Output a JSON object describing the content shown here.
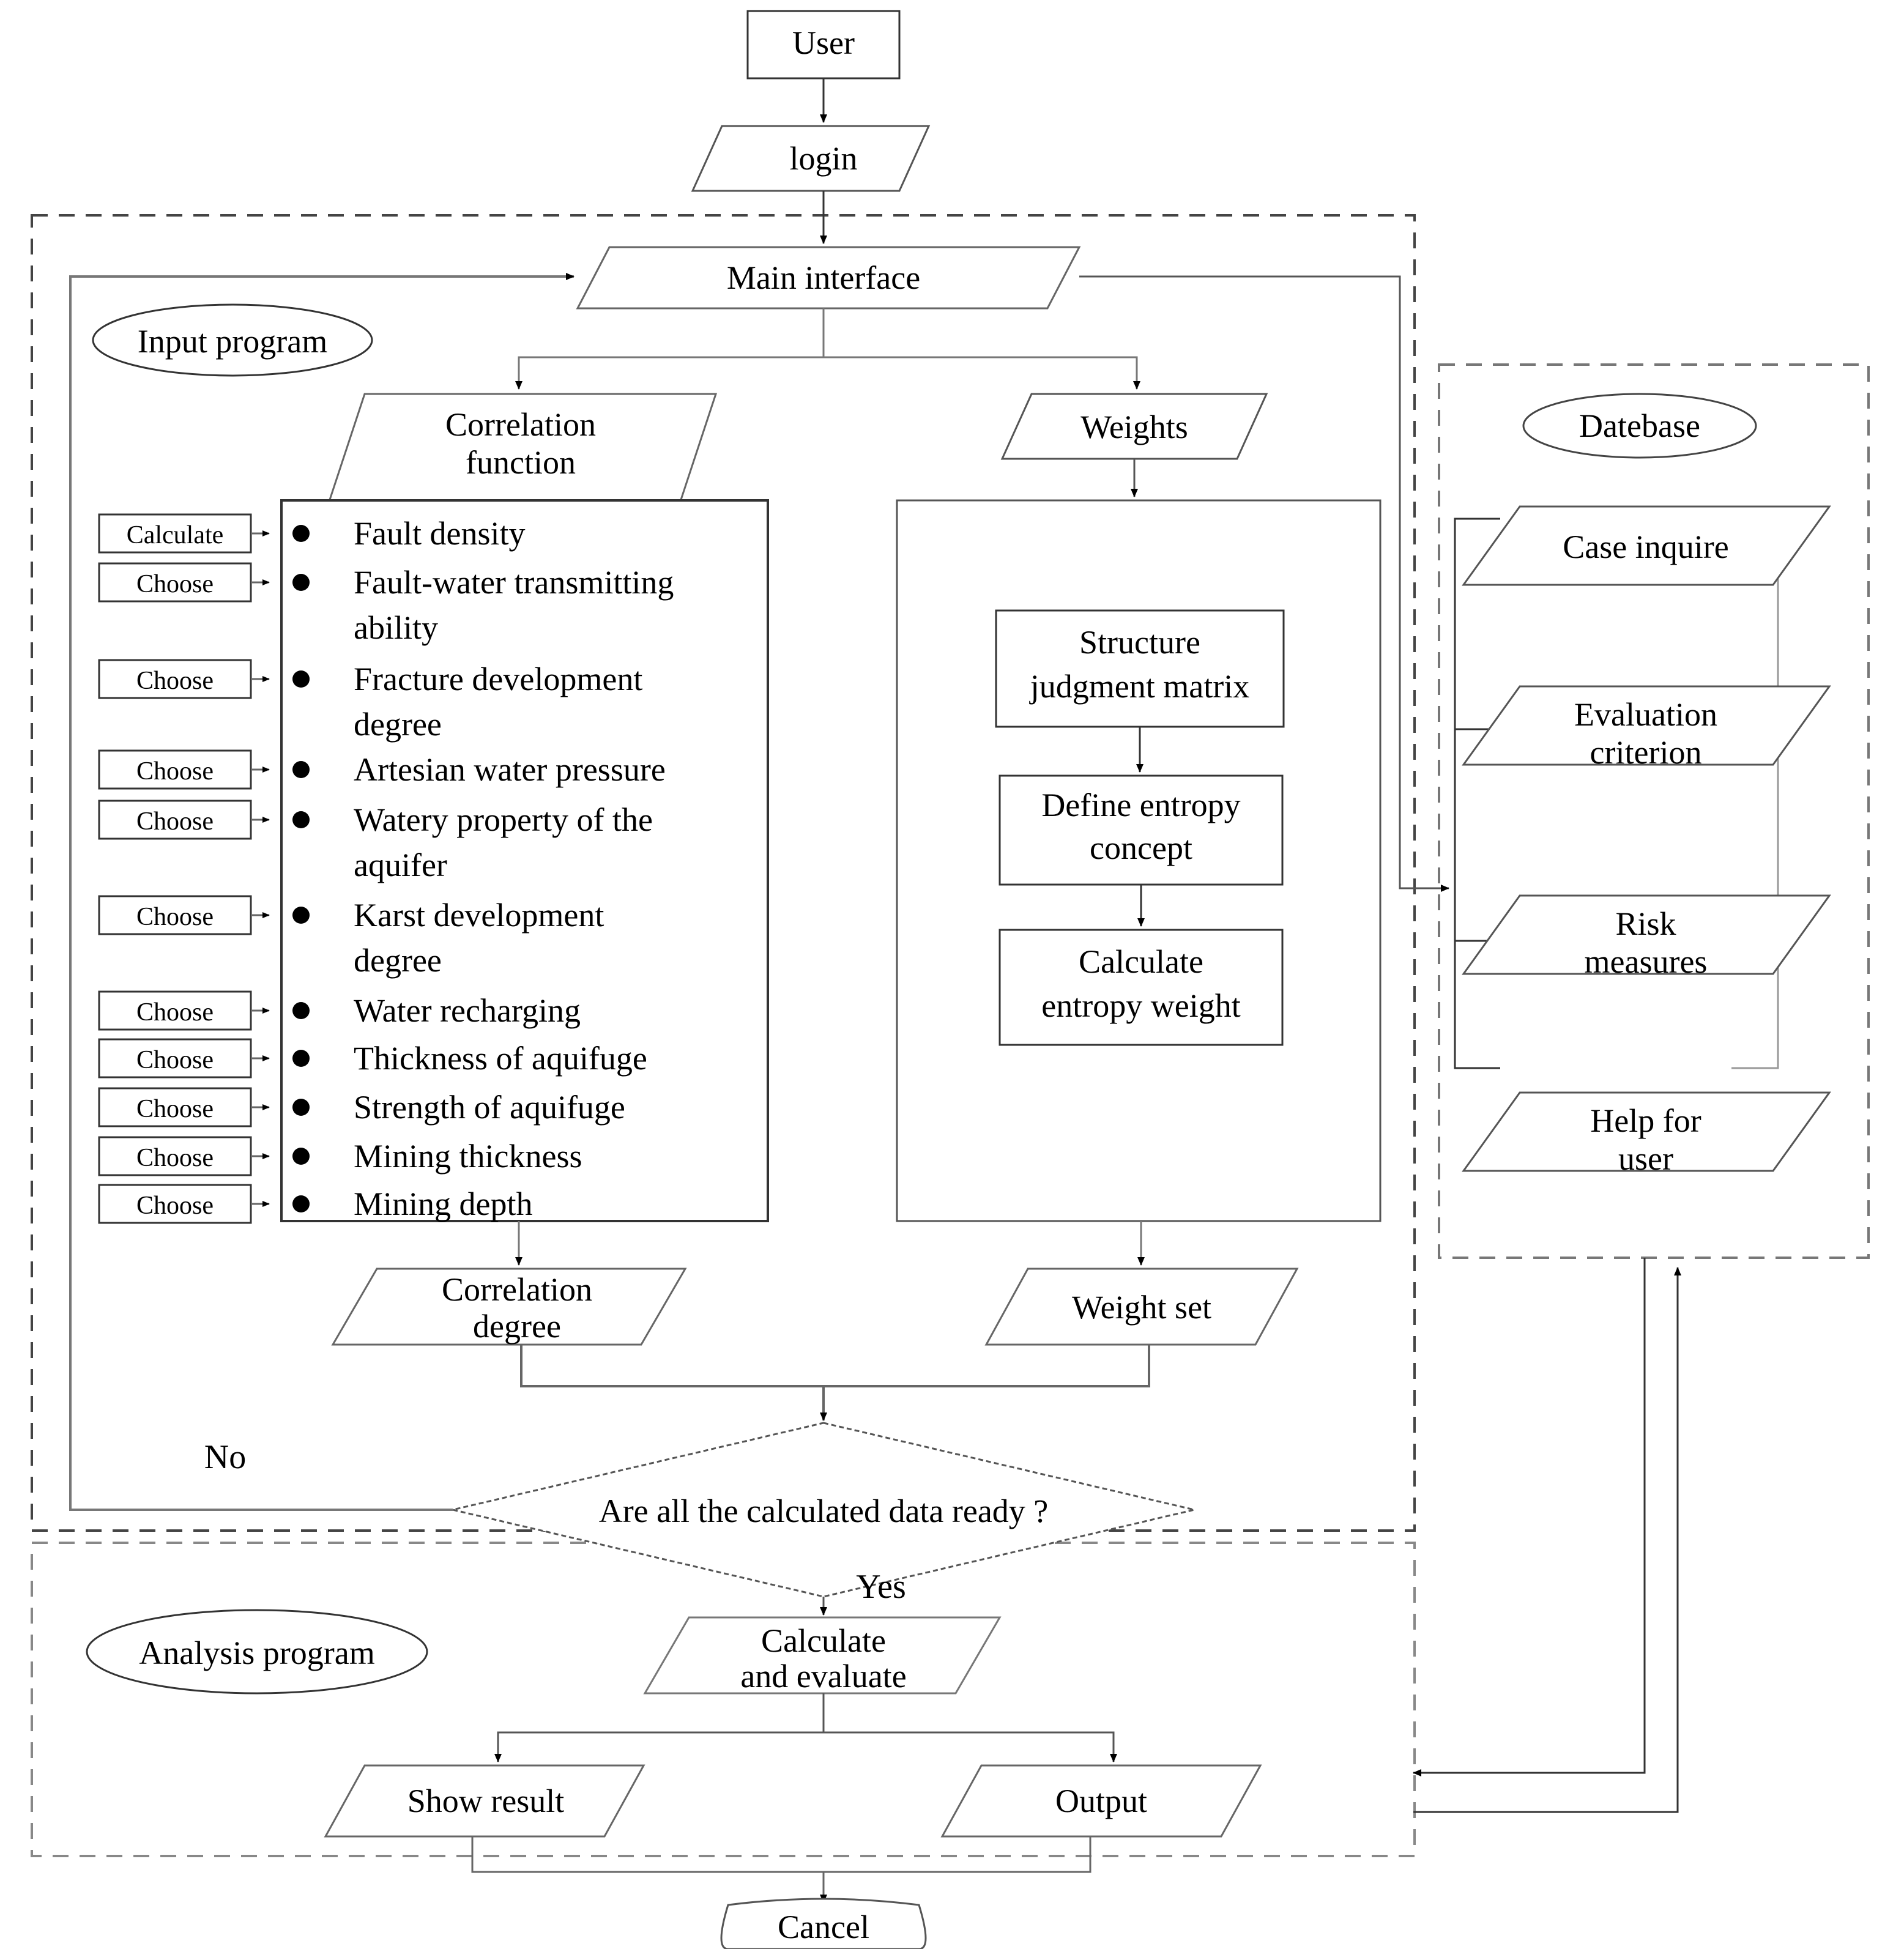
{
  "diagram": {
    "title_nodes": {
      "user": "User",
      "login": "login",
      "main_interface": "Main interface",
      "correlation_function": "Correlation\nfunction",
      "weights": "Weights",
      "correlation_degree": "Correlation\ndegree",
      "weight_set": "Weight set",
      "decision": "Are all the calculated data ready ?",
      "calculate_and_evaluate": "Calculate\nand evaluate",
      "show_result": "Show result",
      "output": "Output",
      "cancel": "Cancel"
    },
    "group_labels": {
      "input_program": "Input program",
      "analysis_program": "Analysis program",
      "database": "Datebase"
    },
    "edge_labels": {
      "no": "No",
      "yes": "Yes"
    },
    "parameters": [
      {
        "button": "Calculate",
        "label": "Fault density",
        "lines": [
          "Fault density"
        ]
      },
      {
        "button": "Choose",
        "label": "Fault-water transmitting ability",
        "lines": [
          "Fault-water transmitting",
          "ability"
        ]
      },
      {
        "button": "Choose",
        "label": "Fracture development degree",
        "lines": [
          "Fracture development",
          "degree"
        ]
      },
      {
        "button": "Choose",
        "label": "Artesian water pressure",
        "lines": [
          "Artesian water pressure"
        ]
      },
      {
        "button": "Choose",
        "label": "Watery property of the aquifer",
        "lines": [
          "Watery property of the",
          "aquifer"
        ]
      },
      {
        "button": "Choose",
        "label": "Karst development degree",
        "lines": [
          "Karst development",
          "degree"
        ]
      },
      {
        "button": "Choose",
        "label": "Water recharging",
        "lines": [
          "Water recharging"
        ]
      },
      {
        "button": "Choose",
        "label": "Thickness of aquifuge",
        "lines": [
          "Thickness of aquifuge"
        ]
      },
      {
        "button": "Choose",
        "label": "Strength of aquifuge",
        "lines": [
          "Strength of aquifuge"
        ]
      },
      {
        "button": "Choose",
        "label": "Mining thickness",
        "lines": [
          "Mining thickness"
        ]
      },
      {
        "button": "Choose",
        "label": "Mining depth",
        "lines": [
          "Mining depth"
        ]
      }
    ],
    "weight_steps": [
      {
        "lines": [
          "Structure",
          "judgment matrix"
        ]
      },
      {
        "lines": [
          "Define entropy",
          "concept"
        ]
      },
      {
        "lines": [
          "Calculate",
          "entropy weight"
        ]
      }
    ],
    "database_items": [
      {
        "lines": [
          "Case inquire"
        ]
      },
      {
        "lines": [
          "Evaluation",
          "criterion"
        ]
      },
      {
        "lines": [
          "Risk",
          "measures"
        ]
      },
      {
        "lines": [
          "Help for",
          "user"
        ]
      }
    ],
    "colors": {
      "stroke": "#000000",
      "light_stroke": "#777777",
      "dashed": "#555555",
      "background": "#ffffff"
    }
  }
}
